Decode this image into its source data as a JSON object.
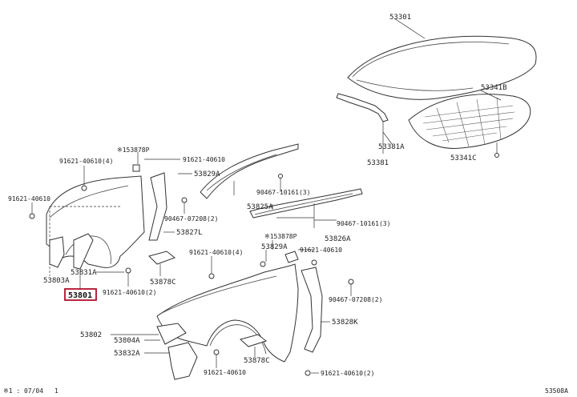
{
  "labels": {
    "hood": "53301",
    "hood_insulator": "53341B",
    "hood_seal": "53381A",
    "hood_seal_main": "53381",
    "insulator_clip": "53341C",
    "lh_clip_note": "※153878P",
    "lh_bolt_top": "91621-40610",
    "lh_bolt_left_a": "91621-40610(4)",
    "lh_bolt_left_b": "91621-40610",
    "lh_spacer": "53829A",
    "lh_clip_a": "90467-07208(2)",
    "lh_bracket": "53827L",
    "lh_liner": "53831A",
    "lh_seal": "53803A",
    "lh_fender": "53801",
    "lh_bolt_bottom": "91621-40610(2)",
    "lh_cushion": "53878C",
    "rh_clip_top": "90467-10161(3)",
    "rh_weather_a": "53825A",
    "rh_clip_mid": "90467-10161(3)",
    "rh_weather_b": "53826A",
    "rh_clip_note": "※153878P",
    "rh_spacer": "53829A",
    "rh_bolt_top": "91621-40610(4)",
    "rh_bolt_mid": "91621-40610",
    "rh_clip_b": "90467-07208(2)",
    "rh_bracket": "53828K",
    "rh_fender": "53802",
    "rh_seal": "53804A",
    "rh_liner": "53832A",
    "rh_bolt_bottom": "91621-40610",
    "rh_cushion": "53878C",
    "rh_bolt_bottom2": "91621-40610(2)",
    "footer_left": "※1 : 07/04",
    "footer_mark": "1",
    "footer_right": "53508A"
  },
  "highlight_color": "#b0102a"
}
